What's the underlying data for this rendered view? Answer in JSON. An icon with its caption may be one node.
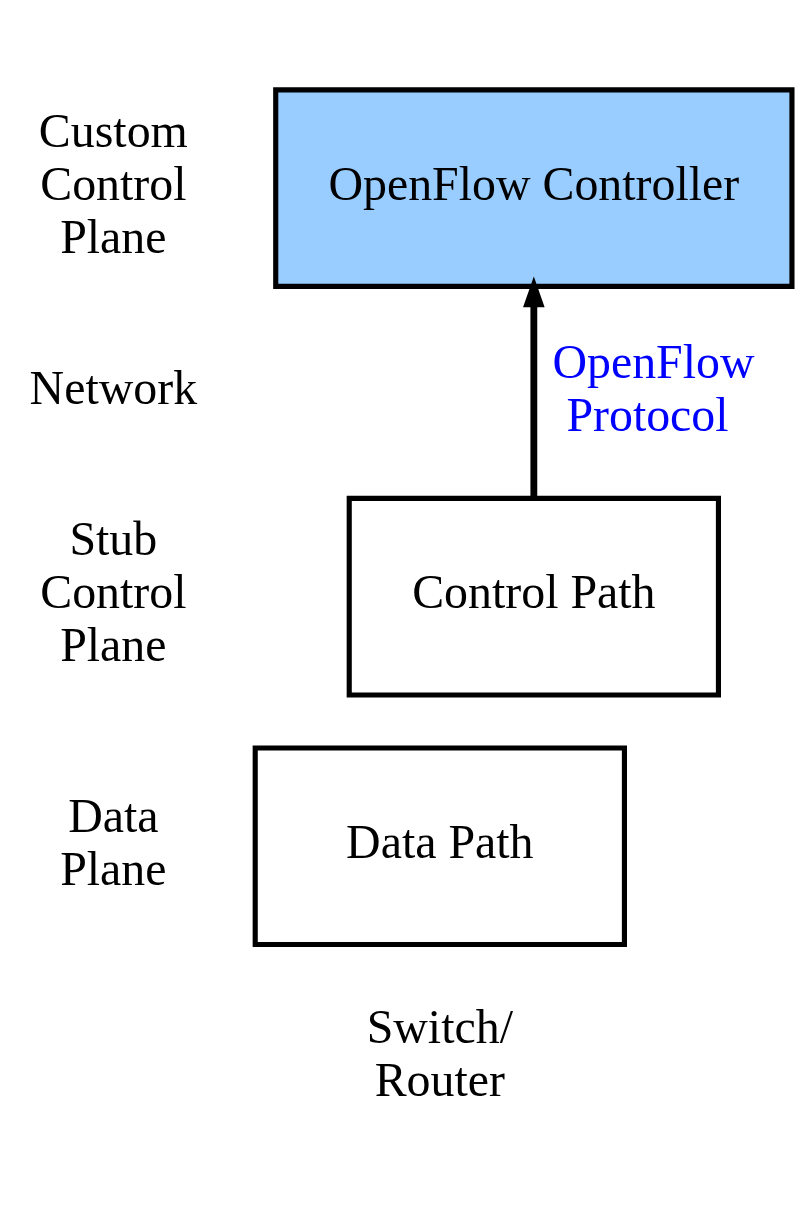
{
  "diagram": {
    "nodes": [
      {
        "text": [
          "OpenFlow Controller"
        ]
      },
      {
        "text": [
          "Control Path"
        ]
      },
      {
        "text": [
          "Data Path"
        ],
        "beside": [
          "Switch/ Router"
        ]
      }
    ],
    "edges": [
      {
        "from": 1,
        "to": 0,
        "arrow": "to",
        "label": "OpenFlow Protocol"
      }
    ],
    "labels": [
      "Custom Control Plane",
      "Network",
      "Stub Control Plane",
      "Data Plane"
    ]
  }
}
